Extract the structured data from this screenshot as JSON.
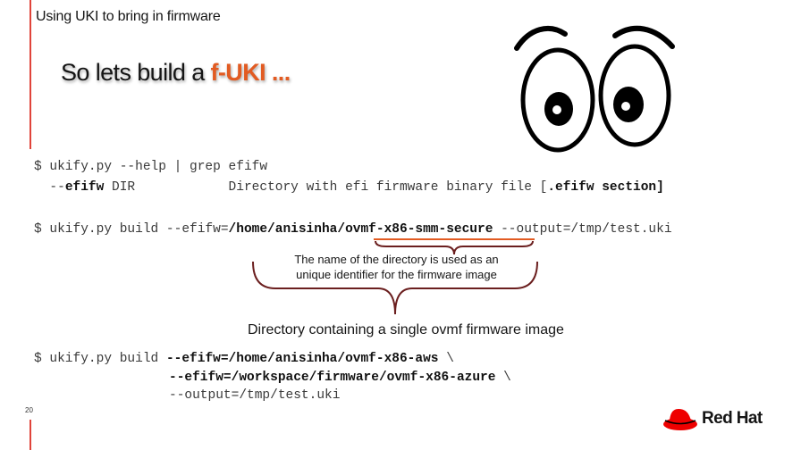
{
  "slide": {
    "header": "Using UKI to bring in firmware",
    "title_prefix": "So lets build a ",
    "title_accent": "f-UKI ...",
    "page_number": "20"
  },
  "code1": {
    "line1": "$ ukify.py --help | grep efifw",
    "line2_pre": "  --",
    "line2_flag": "efifw",
    "line2_mid": " DIR            Directory with efi firmware binary file [",
    "line2_end": ".efifw section]"
  },
  "code2": {
    "prefix": "$ ukify.py build --efifw=",
    "path": "/home/anisinha/",
    "dirname": "ovmf-x86-smm-secure",
    "suffix": " --output=/tmp/test.uki"
  },
  "annotation": {
    "note_line1": "The name of the directory is used as an",
    "note_line2": "unique identifier for the firmware image",
    "caption": "Directory containing a single ovmf firmware image"
  },
  "code3": {
    "line1_prefix": "$ ukify.py build ",
    "line1_bold": "--efifw=/home/anisinha/ovmf-x86-aws",
    "line1_tail": " \\",
    "line2_bold": "--efifw=/workspace/firmware/ovmf-x86-azure",
    "line2_tail": " \\",
    "line3": "--output=/tmp/test.uki"
  },
  "logo": {
    "text": "Red Hat",
    "brand_color": "#ee0000"
  },
  "illustration": {
    "icon": "cartoon-eyes-icon"
  }
}
